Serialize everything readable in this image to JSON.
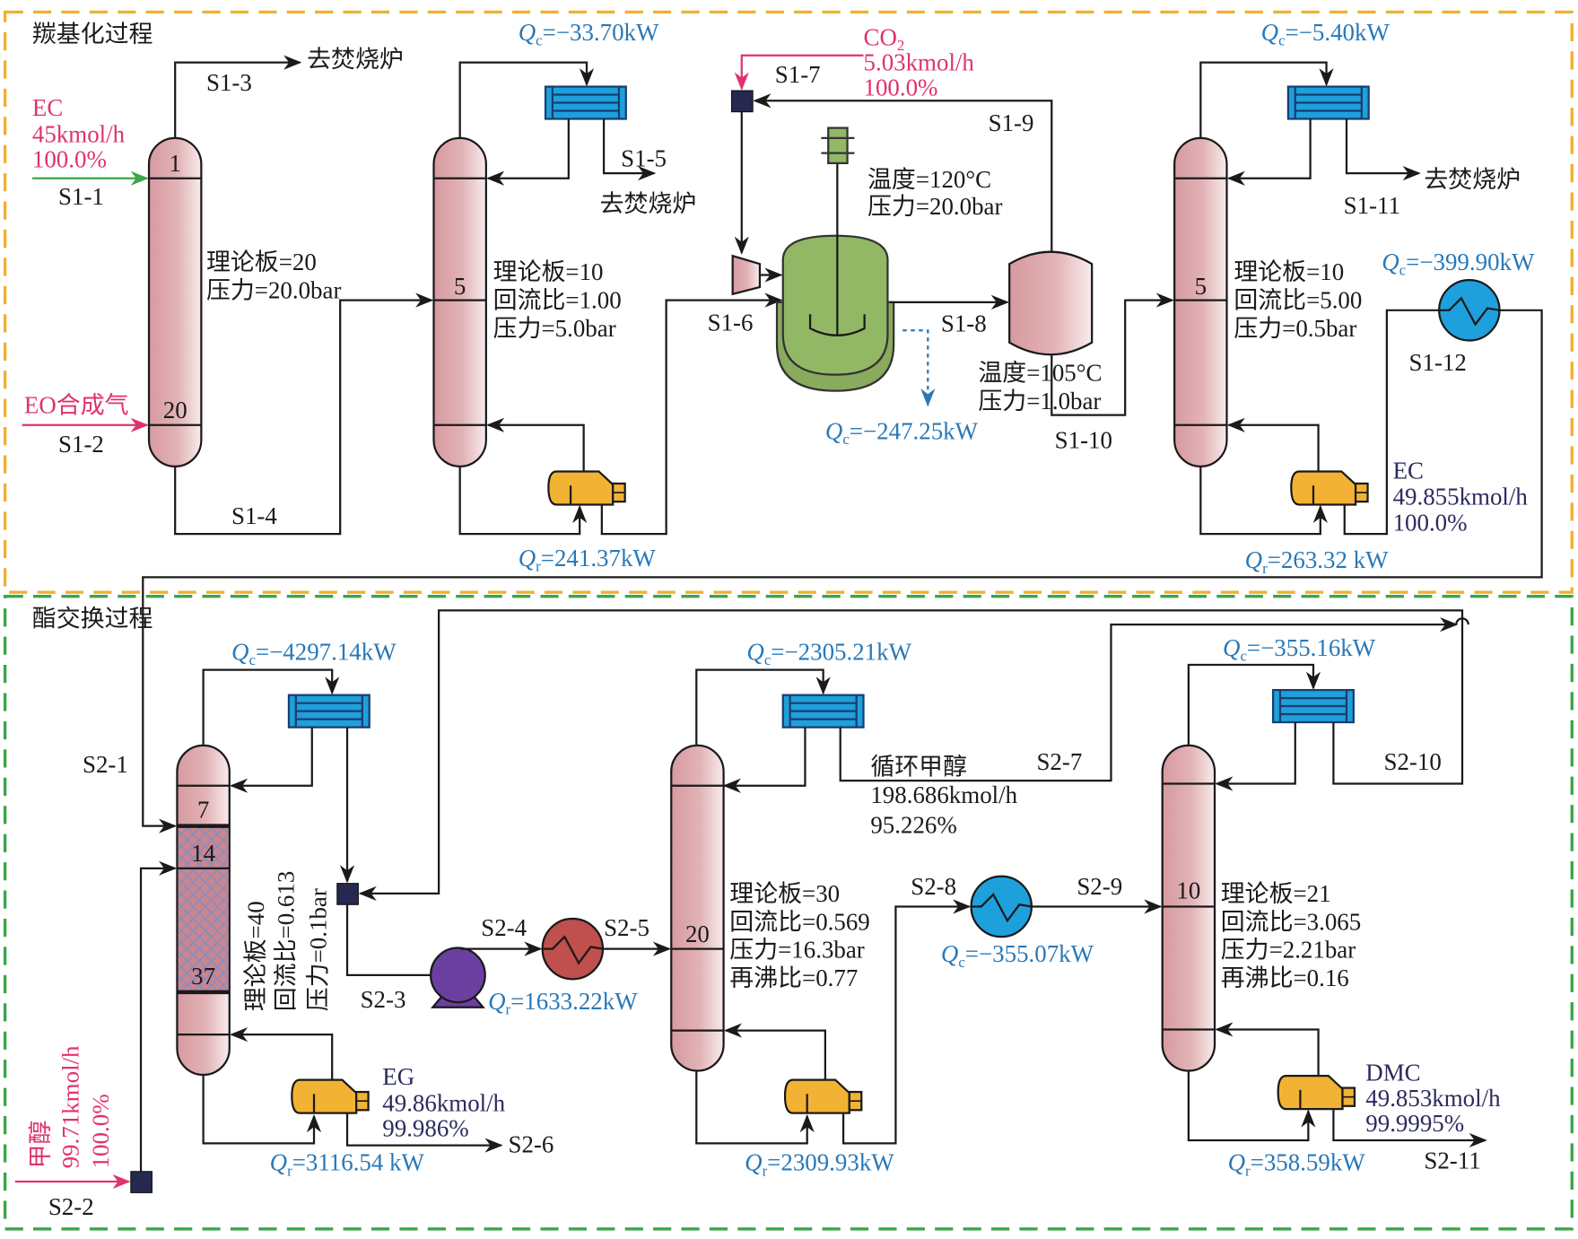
{
  "sections": {
    "carbonylation": "羰基化过程",
    "transesterification": "酯交换过程"
  },
  "destinations": {
    "incinerator": "去焚烧炉"
  },
  "streams": {
    "s1_1": "S1-1",
    "s1_2": "S1-2",
    "s1_3": "S1-3",
    "s1_4": "S1-4",
    "s1_5": "S1-5",
    "s1_6": "S1-6",
    "s1_7": "S1-7",
    "s1_8": "S1-8",
    "s1_9": "S1-9",
    "s1_10": "S1-10",
    "s1_11": "S1-11",
    "s1_12": "S1-12",
    "s2_1": "S2-1",
    "s2_2": "S2-2",
    "s2_3": "S2-3",
    "s2_4": "S2-4",
    "s2_5": "S2-5",
    "s2_6": "S2-6",
    "s2_7": "S2-7",
    "s2_8": "S2-8",
    "s2_9": "S2-9",
    "s2_10": "S2-10",
    "s2_11": "S2-11"
  },
  "feeds": {
    "ec": {
      "name": "EC",
      "flow": "45kmol/h",
      "purity": "100.0%"
    },
    "eo": {
      "name": "EO合成气"
    },
    "co2": {
      "name": "CO",
      "sub": "2",
      "flow": "5.03kmol/h",
      "purity": "100.0%"
    },
    "methanol": {
      "name": "甲醇",
      "flow": "99.71kmol/h",
      "purity": "100.0%"
    }
  },
  "products": {
    "ec": {
      "name": "EC",
      "flow": "49.855kmol/h",
      "purity": "100.0%"
    },
    "recycle_methanol": {
      "name": "循环甲醇",
      "flow": "198.686kmol/h",
      "purity": "95.226%"
    },
    "eg": {
      "name": "EG",
      "flow": "49.86kmol/h",
      "purity": "99.986%"
    },
    "dmc": {
      "name": "DMC",
      "flow": "49.853kmol/h",
      "purity": "99.9995%"
    }
  },
  "stages": {
    "c1_top": "1",
    "c1_bottom": "20",
    "c2_feed": "5",
    "c3_feed": "5",
    "c4_a": "7",
    "c4_b": "14",
    "c4_c": "37",
    "c5_feed": "20",
    "c6_feed": "10"
  },
  "specs": {
    "c1": [
      "理论板=20",
      "压力=20.0bar"
    ],
    "c2": [
      "理论板=10",
      "回流比=1.00",
      "压力=5.0bar"
    ],
    "reactor": [
      "温度=120°C",
      "压力=20.0bar"
    ],
    "flash": [
      "温度=105°C",
      "压力=1.0bar"
    ],
    "c3": [
      "理论板=10",
      "回流比=5.00",
      "压力=0.5bar"
    ],
    "c4": [
      "理论板=40",
      "回流比=0.613",
      "压力=0.1bar"
    ],
    "c5": [
      "理论板=30",
      "回流比=0.569",
      "压力=16.3bar",
      "再沸比=0.77"
    ],
    "c6": [
      "理论板=21",
      "回流比=3.065",
      "压力=2.21bar",
      "再沸比=0.16"
    ]
  },
  "duties": {
    "symbol": "Q",
    "c2_cond": {
      "sub": "c",
      "value": "=−33.70kW"
    },
    "c2_reb": {
      "sub": "r",
      "value": "=241.37kW"
    },
    "reactor": {
      "sub": "c",
      "value": "=−247.25kW"
    },
    "c3_cond": {
      "sub": "c",
      "value": "=−5.40kW"
    },
    "c3_reb": {
      "sub": "r",
      "value": "=263.32 kW"
    },
    "s1_12_cooler": {
      "sub": "c",
      "value": "=−399.90kW"
    },
    "c4_cond": {
      "sub": "c",
      "value": "=−4297.14kW"
    },
    "c4_reb": {
      "sub": "r",
      "value": "=3116.54 kW"
    },
    "s2_heater": {
      "sub": "r",
      "value": "=1633.22kW"
    },
    "c5_cond": {
      "sub": "c",
      "value": "=−2305.21kW"
    },
    "c5_reb": {
      "sub": "r",
      "value": "=2309.93kW"
    },
    "s2_8_cooler": {
      "sub": "c",
      "value": "=−355.07kW"
    },
    "c6_cond": {
      "sub": "c",
      "value": "=−355.16kW"
    },
    "c6_reb": {
      "sub": "r",
      "value": "=358.59kW"
    }
  },
  "colors": {
    "carbonylation_border": "#f0b030",
    "transesterification_border": "#3aa648",
    "duty_text": "#2878b8",
    "feed_text": "#e0336b",
    "product_text": "#2b2b5e",
    "column": "#dca6aa",
    "condenser": "#1ea0dc",
    "reboiler": "#f2b233",
    "reactor": "#8fb565",
    "pump": "#6b3fa0",
    "heater": "#c0504d"
  }
}
